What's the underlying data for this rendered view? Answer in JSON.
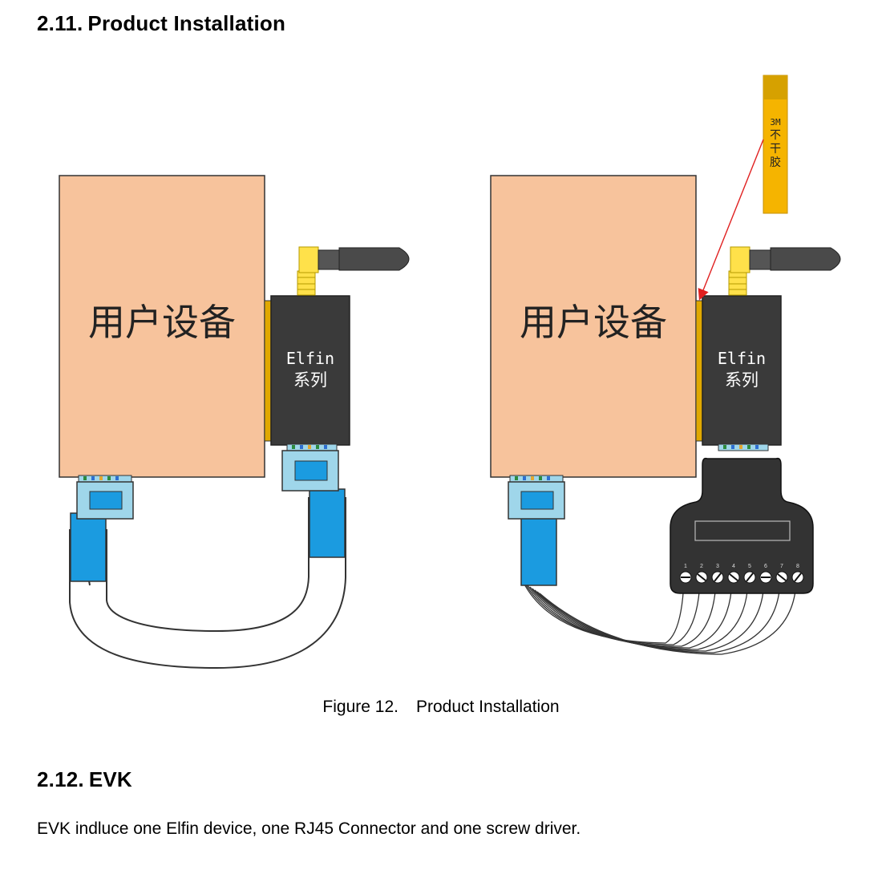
{
  "sections": [
    {
      "number": "2.11.",
      "title": "Product Installation"
    },
    {
      "number": "2.12.",
      "title": "EVK"
    }
  ],
  "figure": {
    "caption_label": "Figure 12.",
    "caption_title": "Product Installation",
    "left": {
      "device_label": "用户设备",
      "module_name": "Elfin",
      "module_series": "系列"
    },
    "right": {
      "device_label": "用户设备",
      "module_name": "Elfin",
      "module_series": "系列",
      "tape_lines": [
        "3M",
        "不",
        "干",
        "胶"
      ],
      "terminal_numbers": [
        "1",
        "2",
        "3",
        "4",
        "5",
        "6",
        "7",
        "8"
      ]
    }
  },
  "evk_text": "EVK indluce one Elfin device, one RJ45 Connector and one screw driver.",
  "colors": {
    "device_fill": "#f7c39c",
    "module_fill": "#3a3a3a",
    "tape_fill": "#f5b400",
    "cable_blue": "#1b9be0",
    "connector_fill": "#9fd6ea",
    "adapter_fill": "#333333",
    "arrow": "#e02020"
  }
}
